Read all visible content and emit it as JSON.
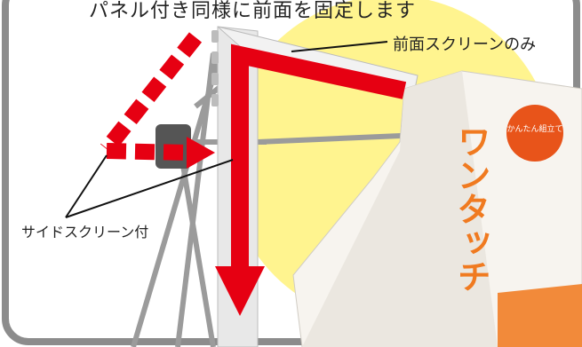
{
  "caption": "パネル付き同様に前面を固定します",
  "callouts": {
    "front_screen": "前面スクリーンのみ",
    "side_screen": "サイドスクリーン付"
  },
  "banner": {
    "badge": "かんたん組立て",
    "text": "ワンタッチ"
  },
  "colors": {
    "arrow": "#e60012",
    "sun": "#fff48f",
    "frame": "#8c8c8c",
    "background": "#ffffff"
  }
}
